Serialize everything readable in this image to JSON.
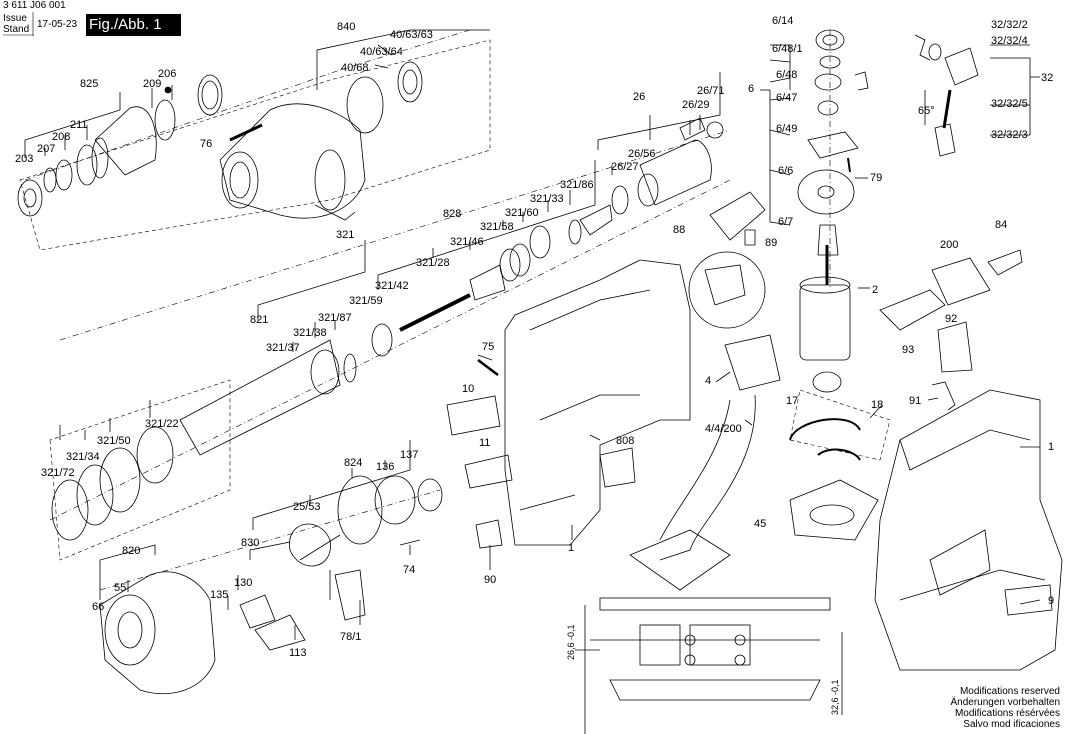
{
  "header": {
    "doc_number": "3 611 J06 001",
    "issue_label": "Issue",
    "stand_label": "Stand",
    "issue_date": "17-05-23",
    "figure_badge": "Fig./Abb. 1"
  },
  "footer": {
    "notes": [
      "Modifications reserved",
      "Änderungen vorbehalten",
      "Modifications résérvées",
      "Salvo mod ificaciones"
    ]
  },
  "dimensions": [
    "26,6 -0,1",
    "32,6 -0,1"
  ],
  "callouts": {
    "p203": "203",
    "p207": "207",
    "p208": "208",
    "p211": "211",
    "p825": "825",
    "p209": "209",
    "p206": "206",
    "p76": "76",
    "p840": "840",
    "p40_63_63": "40/63/63",
    "p40_63_64": "40/63/64",
    "p40_68": "40/68",
    "p26": "26",
    "p26_71": "26/71",
    "p26_29": "26/29",
    "p26_56": "26/56",
    "p26_27": "26/27",
    "p828": "828",
    "p321_86": "321/86",
    "p321_33": "321/33",
    "p321_60": "321/60",
    "p321_58": "321/58",
    "p321_46": "321/46",
    "p321_28": "321/28",
    "p321_42": "321/42",
    "p321_59": "321/59",
    "p321": "321",
    "p821": "821",
    "p321_87": "321/87",
    "p321_38": "321/38",
    "p321_37": "321/37",
    "p321_22": "321/22",
    "p321_50": "321/50",
    "p321_34": "321/34",
    "p321_72": "321/72",
    "p6": "6",
    "p6_14": "6/14",
    "p6_48_1": "6/48/1",
    "p6_48": "6/48",
    "p6_47": "6/47",
    "p6_49": "6/49",
    "p6_6": "6/6",
    "p6_7": "6/7",
    "p79": "79",
    "p88": "88",
    "p89": "89",
    "p32": "32",
    "p32_32_2": "32/32/2",
    "p32_32_4": "32/32/4",
    "p32_32_5": "32/32/5",
    "p32_32_3": "32/32/3",
    "p65deg": "65°",
    "p200": "200",
    "p84": "84",
    "p2": "2",
    "p92": "92",
    "p93": "93",
    "p17": "17",
    "p91": "91",
    "p18": "18",
    "p1_right": "1",
    "p45": "45",
    "p9": "9",
    "p75": "75",
    "p10": "10",
    "p11": "11",
    "p808": "808",
    "p1_left": "1",
    "p90": "90",
    "p4": "4",
    "p4_4_200": "4/4/200",
    "p824": "824",
    "p136": "136",
    "p137": "137",
    "p25_53": "25/53",
    "p830": "830",
    "p130": "130",
    "p135": "135",
    "p113": "113",
    "p78_1": "78/1",
    "p74": "74",
    "p820": "820",
    "p55": "55",
    "p66": "66"
  }
}
